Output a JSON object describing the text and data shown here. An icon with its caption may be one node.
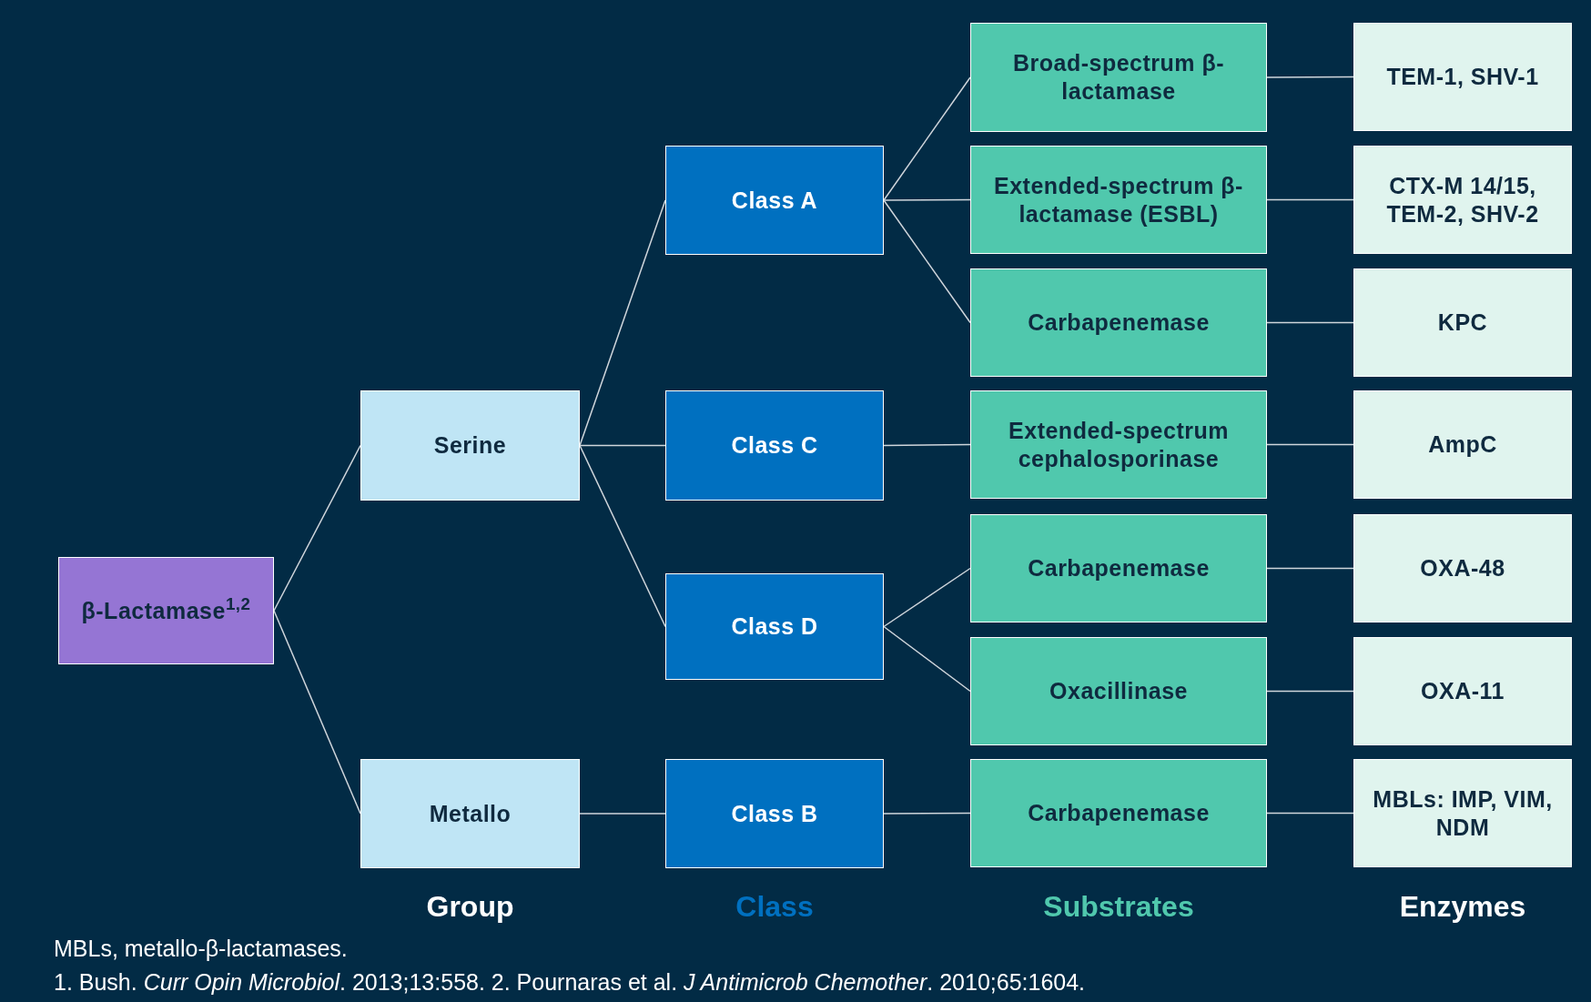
{
  "diagram": {
    "nodes": [
      {
        "text": [
          "β-Lactamase$^{1,2}$"
        ]
      },
      {
        "text": [
          "Serine"
        ]
      },
      {
        "text": [
          "Metallo"
        ]
      },
      {
        "text": [
          "Class A"
        ]
      },
      {
        "text": [
          "Class C"
        ]
      },
      {
        "text": [
          "Class D"
        ]
      },
      {
        "text": [
          "Class B"
        ]
      },
      {
        "text": [
          "Broad-spectrum β-lactamase"
        ]
      },
      {
        "text": [
          "Extended-spectrum β-lactamase (ESBL)"
        ]
      },
      {
        "text": [
          "Carbapenemase"
        ]
      },
      {
        "text": [
          "Extended-spectrum cephalosporinase"
        ]
      },
      {
        "text": [
          "Carbapenemase"
        ]
      },
      {
        "text": [
          "Oxacillinase"
        ]
      },
      {
        "text": [
          "Carbapenemase"
        ]
      },
      {
        "text": [
          "TEM-1, SHV-1"
        ]
      },
      {
        "text": [
          "CTX-M 14/15, TEM-2, SHV-2"
        ]
      },
      {
        "text": [
          "KPC"
        ]
      },
      {
        "text": [
          "AmpC"
        ]
      },
      {
        "text": [
          "OXA-48"
        ]
      },
      {
        "text": [
          "OXA-11"
        ]
      },
      {
        "text": [
          "MBLs: IMP, VIM, NDM"
        ]
      }
    ],
    "edges": [
      {
        "from": 0,
        "to": 1,
        "arrow": "none"
      },
      {
        "from": 0,
        "to": 2,
        "arrow": "none"
      },
      {
        "from": 1,
        "to": 3,
        "arrow": "none"
      },
      {
        "from": 1,
        "to": 4,
        "arrow": "none"
      },
      {
        "from": 1,
        "to": 5,
        "arrow": "none"
      },
      {
        "from": 2,
        "to": 6,
        "arrow": "none"
      },
      {
        "from": 3,
        "to": 7,
        "arrow": "none"
      },
      {
        "from": 3,
        "to": 8,
        "arrow": "none"
      },
      {
        "from": 3,
        "to": 9,
        "arrow": "none"
      },
      {
        "from": 4,
        "to": 10,
        "arrow": "none"
      },
      {
        "from": 5,
        "to": 11,
        "arrow": "none"
      },
      {
        "from": 5,
        "to": 12,
        "arrow": "none"
      },
      {
        "from": 6,
        "to": 13,
        "arrow": "none"
      },
      {
        "from": 7,
        "to": 14,
        "arrow": "none"
      },
      {
        "from": 8,
        "to": 15,
        "arrow": "none"
      },
      {
        "from": 9,
        "to": 16,
        "arrow": "none"
      },
      {
        "from": 10,
        "to": 17,
        "arrow": "none"
      },
      {
        "from": 11,
        "to": 18,
        "arrow": "none"
      },
      {
        "from": 12,
        "to": 19,
        "arrow": "none"
      },
      {
        "from": 13,
        "to": 20,
        "arrow": "none"
      }
    ],
    "labels": [
      "Group",
      "Class",
      "Substrates",
      "Enzymes",
      "MBLs, metallo-β-lactamases.",
      "1. Bush. *Curr Opin Microbiol*. 2013;13:558.  2. Pournaras et al. *J Antimicrob Chemother*. 2010;65:1604."
    ]
  }
}
